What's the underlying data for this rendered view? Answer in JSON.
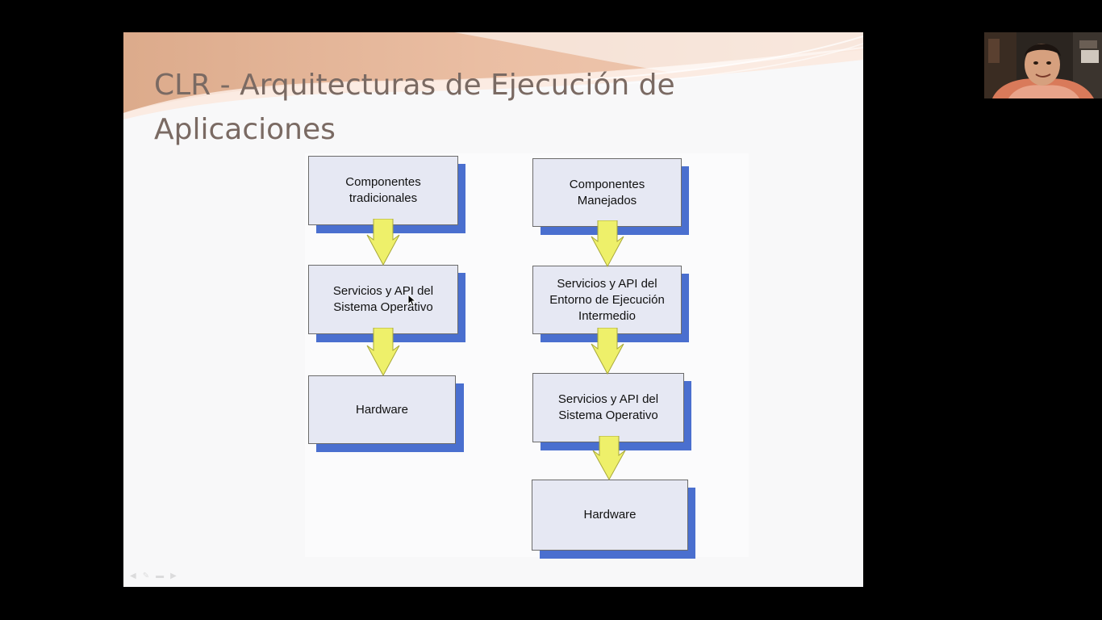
{
  "slide": {
    "title": "CLR - Arquitecturas de Ejecución de Aplicaciones"
  },
  "left_column": {
    "boxes": [
      {
        "label": "Componentes\ntradicionales"
      },
      {
        "label": "Servicios y API del\nSistema Operativo"
      },
      {
        "label": "Hardware"
      }
    ]
  },
  "right_column": {
    "boxes": [
      {
        "label": "Componentes\nManejados"
      },
      {
        "label": "Servicios y API del\nEntorno de Ejecución\nIntermedio"
      },
      {
        "label": "Servicios y API del\nSistema Operativo"
      },
      {
        "label": "Hardware"
      }
    ]
  },
  "colors": {
    "box_fill": "#e6e8f3",
    "box_shadow": "#4a6fcf",
    "arrow_fill": "#eef06a",
    "title_color": "#7a6a63"
  },
  "icons": {
    "cursor": "mouse-pointer-icon",
    "arrow": "down-arrow-icon"
  }
}
